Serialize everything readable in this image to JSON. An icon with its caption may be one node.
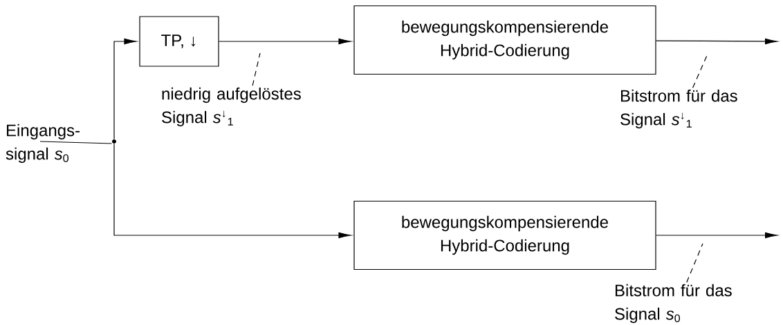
{
  "diagram": {
    "nodes": [
      {
        "text": [
          "Eingangs- signal *s*$_{0}$"
        ]
      },
      {
        "text": [],
        "shape": "circle"
      },
      {
        "text": [
          "TP, ↓"
        ]
      },
      {
        "text": [
          "bewegungskompensierende Hybrid-Codierung"
        ]
      },
      {
        "text": [
          "bewegungskompensierende Hybrid-Codierung"
        ]
      },
      {
        "text": [
          "niedrig aufgelöstes Signal *s*$^{↓}$$_{1}$"
        ]
      },
      {
        "text": [
          "Bitstrom für das Signal *s*$^{↓}$$_{1}$"
        ]
      },
      {
        "text": [
          "Bitstrom für das Signal *s*$_{0}$"
        ]
      }
    ],
    "edges": [
      {
        "from": 0,
        "to": 1,
        "arrow": "none"
      },
      {
        "from": 1,
        "to": 2,
        "arrow": "to"
      },
      {
        "from": 2,
        "to": 3,
        "arrow": "to"
      },
      {
        "from": 1,
        "to": 4,
        "arrow": "to"
      },
      {
        "from": 3,
        "to": null,
        "arrow": "to"
      },
      {
        "from": 4,
        "to": null,
        "arrow": "to"
      },
      {
        "from": 5,
        "to": null,
        "arrow": "none",
        "style": "dashed"
      },
      {
        "from": 6,
        "to": null,
        "arrow": "none",
        "style": "dashed"
      },
      {
        "from": 7,
        "to": null,
        "arrow": "none",
        "style": "dashed"
      }
    ]
  }
}
